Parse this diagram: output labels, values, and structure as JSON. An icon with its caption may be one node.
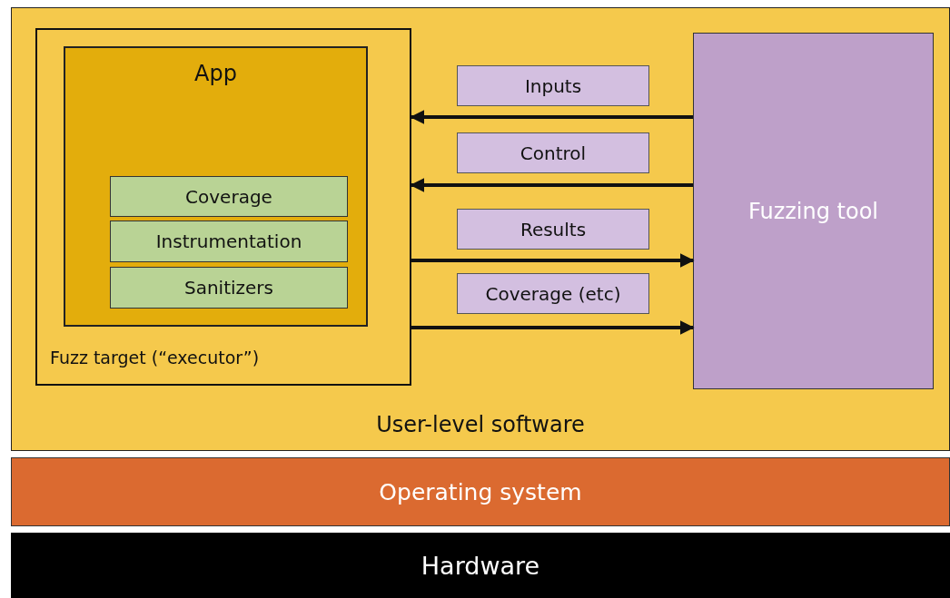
{
  "diagram": {
    "nodes": [
      {
        "text": [
          "User-level software"
        ]
      },
      {
        "text": [
          "Fuzz target (“executor”)"
        ],
        "in": 0
      },
      {
        "text": [
          "App"
        ],
        "in": 1
      },
      {
        "text": [
          "Coverage"
        ],
        "in": 2
      },
      {
        "text": [
          "Instrumentation"
        ],
        "in": 2
      },
      {
        "text": [
          "Sanitizers"
        ],
        "in": 2
      },
      {
        "text": [
          "Fuzzing tool"
        ],
        "in": 0
      },
      {
        "text": [
          "Operating system"
        ]
      },
      {
        "text": [
          "Hardware"
        ]
      }
    ],
    "edges": [
      {
        "from": 6,
        "to": 1,
        "arrow": "to",
        "label": "Inputs"
      },
      {
        "from": 6,
        "to": 1,
        "arrow": "to",
        "label": "Control"
      },
      {
        "from": 1,
        "to": 6,
        "arrow": "to",
        "label": "Results"
      },
      {
        "from": 1,
        "to": 6,
        "arrow": "to",
        "label": "Coverage (etc)"
      }
    ]
  }
}
